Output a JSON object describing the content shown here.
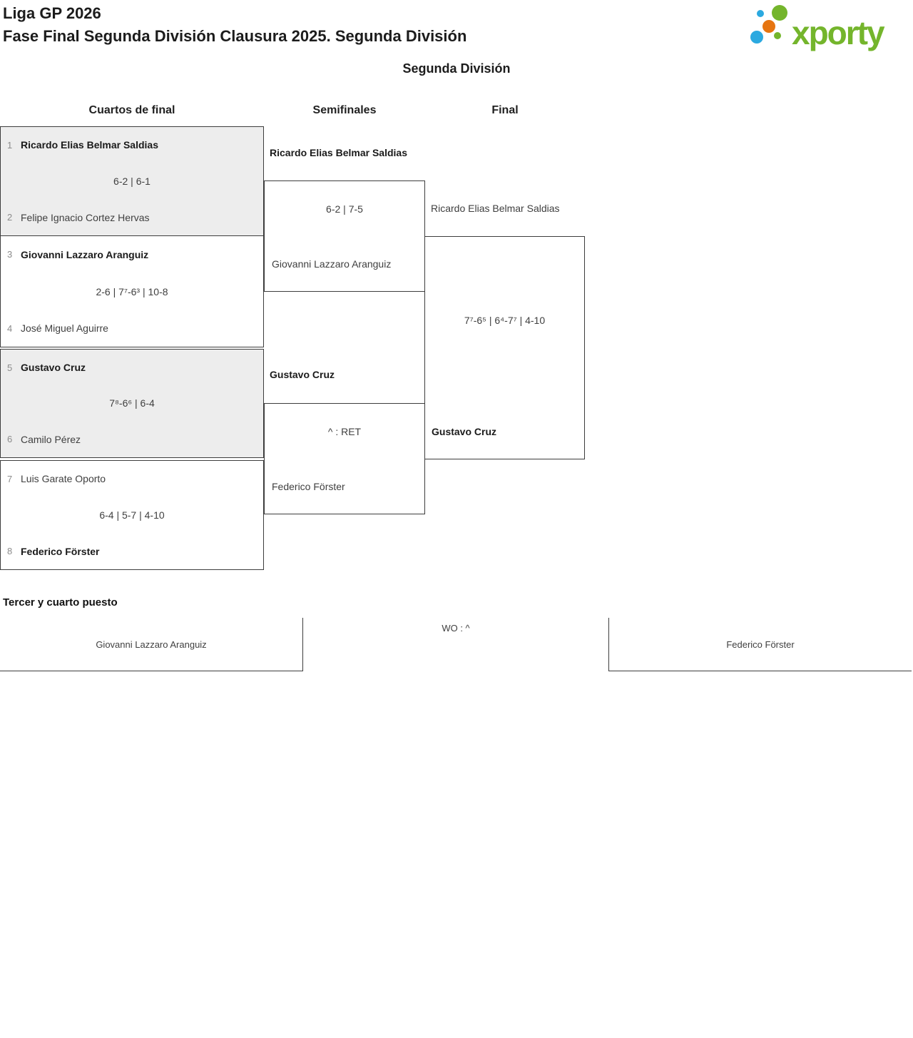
{
  "header": {
    "title_line1": "Liga GP 2026",
    "title_line2": "Fase Final Segunda División Clausura 2025. Segunda División",
    "division_title": "Segunda División",
    "logo_text": "xporty"
  },
  "colors": {
    "logo_green": "#74b52c",
    "logo_blue": "#2ba9e0",
    "logo_orange": "#e67510",
    "shaded_box_bg": "#ededed",
    "border": "#3d3d3d"
  },
  "bracket": {
    "rounds": [
      {
        "label": "Cuartos de final"
      },
      {
        "label": "Semifinales"
      },
      {
        "label": "Final"
      }
    ],
    "quarterfinals": [
      {
        "seed_top": "1",
        "player_top": "Ricardo Elias Belmar Saldias",
        "score": "6-2 | 6-1",
        "seed_bottom": "2",
        "player_bottom": "Felipe Ignacio Cortez Hervas"
      },
      {
        "seed_top": "3",
        "player_top": "Giovanni Lazzaro Aranguiz",
        "score": "2-6 | 7⁷-6³ | 10-8",
        "seed_bottom": "4",
        "player_bottom": "José Miguel Aguirre"
      },
      {
        "seed_top": "5",
        "player_top": "Gustavo Cruz",
        "score": "7⁸-6⁶ | 6-4",
        "seed_bottom": "6",
        "player_bottom": "Camilo Pérez"
      },
      {
        "seed_top": "7",
        "player_top": "Luis Garate Oporto",
        "score": "6-4 | 5-7 | 4-10",
        "seed_bottom": "8",
        "player_bottom": "Federico Förster"
      }
    ],
    "semifinals": [
      {
        "winner": "Ricardo Elias Belmar Saldias",
        "score": "6-2 | 7-5",
        "loser": "Giovanni Lazzaro Aranguiz"
      },
      {
        "winner": "Gustavo Cruz",
        "score": "^ : RET",
        "loser": "Federico Förster"
      }
    ],
    "final": {
      "player_top": "Ricardo Elias Belmar Saldias",
      "score": "7⁷-6⁵ | 6⁴-7⁷ | 4-10",
      "player_bottom": "Gustavo Cruz"
    }
  },
  "third_place": {
    "heading": "Tercer y cuarto puesto",
    "player_left": "Giovanni Lazzaro Aranguiz",
    "score": "WO : ^",
    "player_right": "Federico Förster"
  }
}
